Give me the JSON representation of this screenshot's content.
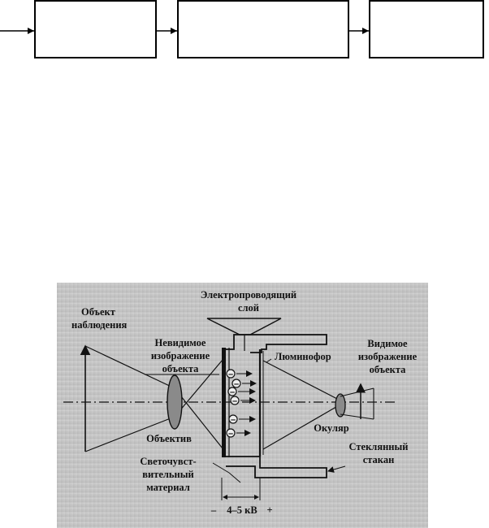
{
  "labels": {
    "object_observation": [
      "Объект",
      "наблюдения"
    ],
    "conductive_layer": [
      "Электропроводящий",
      "слой"
    ],
    "invisible_image": [
      "Невидимое",
      "изображение",
      "объекта"
    ],
    "phosphor": "Люминофор",
    "visible_image": [
      "Видимое",
      "изображение",
      "объекта"
    ],
    "lens": "Объектив",
    "eyepiece": "Окуляр",
    "photosensitive_material": [
      "Светочувст-",
      "вительный",
      "материал"
    ],
    "glass_cup": [
      "Стеклянный",
      "стакан"
    ],
    "voltage": "4–5 кВ",
    "minus_sign": "–",
    "plus_sign": "+",
    "electron_symbol": "–"
  },
  "colors": {
    "photo_bg": "#c9c9c9",
    "ink": "#111111",
    "lens_fill": "#8a8a8a"
  }
}
